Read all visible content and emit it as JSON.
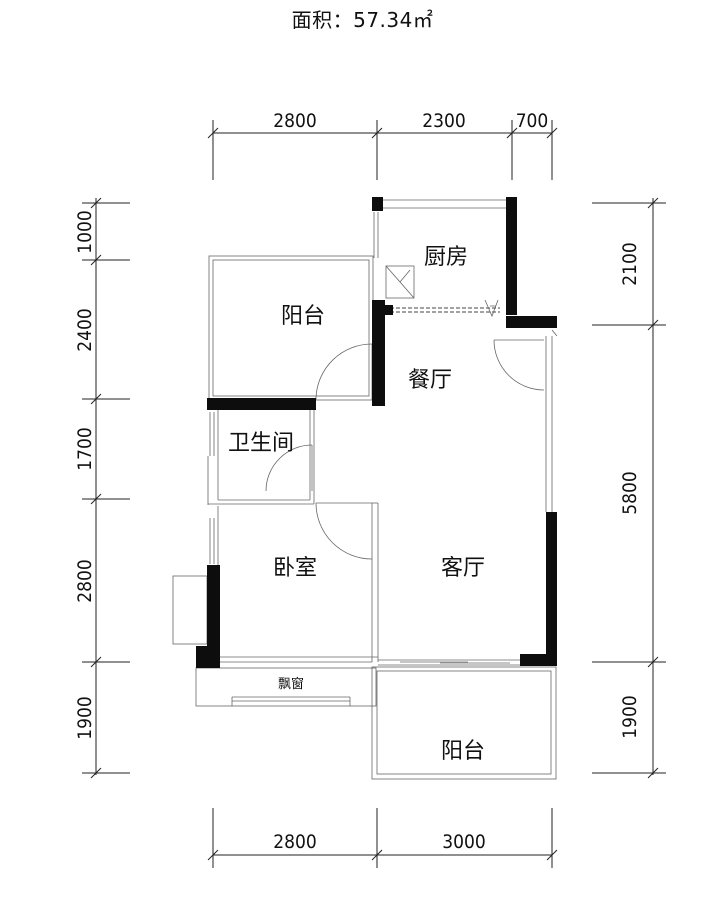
{
  "title": "面积：57.34㎡",
  "dimensions": {
    "top": [
      "2800",
      "2300",
      "700"
    ],
    "bottom": [
      "2800",
      "3000"
    ],
    "left": [
      "1000",
      "2400",
      "1700",
      "2800",
      "1900"
    ],
    "right": [
      "2100",
      "5800",
      "1900"
    ]
  },
  "rooms": {
    "kitchen": "厨房",
    "balcony_top": "阳台",
    "dining": "餐厅",
    "bathroom": "卫生间",
    "bedroom": "卧室",
    "living": "客厅",
    "bay_window": "飘窗",
    "balcony_bottom": "阳台"
  }
}
